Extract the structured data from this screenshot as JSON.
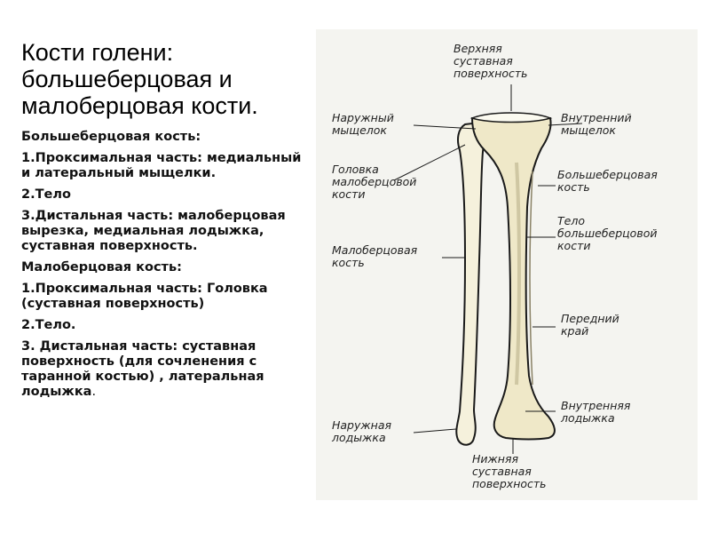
{
  "slide": {
    "title": "Кости голени: большеберцовая и малоберцовая кости.",
    "tibia_heading": "Большеберцовая кость:",
    "tibia_item1": "1.Проксимальная часть: медиальный и латеральный мыщелки.",
    "tibia_item2": "2.Тело",
    "tibia_item3": "3.Дистальная часть: малоберцовая вырезка, медиальная лодыжка, суставная поверхность.",
    "fibula_heading": "Малоберцовая кость:",
    "fibula_item1": "1.Проксимальная часть: Головка (суставная поверхность)",
    "fibula_item2": "2.Тело.",
    "fibula_item3": "3. Дистальная часть: суставная поверхность (для сочленения с таранной костью)  , латеральная лодыжка",
    "fibula_item3_end": "."
  },
  "figure": {
    "labels": {
      "upper_surface": [
        "Верхняя",
        "суставная",
        "поверхность"
      ],
      "lateral_condyle": [
        "Наружный",
        "мыщелок"
      ],
      "medial_condyle": [
        "Внутренний",
        "мыщелок"
      ],
      "fibula_head": [
        "Головка",
        "малоберцовой",
        "кости"
      ],
      "tibia": [
        "Большеберцовая",
        "кость"
      ],
      "tibia_body": [
        "Тело",
        "большеберцовой",
        "кости"
      ],
      "fibula": [
        "Малоберцовая",
        "кость"
      ],
      "anterior_border": [
        "Передний",
        "край"
      ],
      "lateral_malleolus": [
        "Наружная",
        "лодыжка"
      ],
      "medial_malleolus": [
        "Внутренняя",
        "лодыжка"
      ],
      "lower_surface": [
        "Нижняя",
        "суставная",
        "поверхность"
      ]
    }
  }
}
